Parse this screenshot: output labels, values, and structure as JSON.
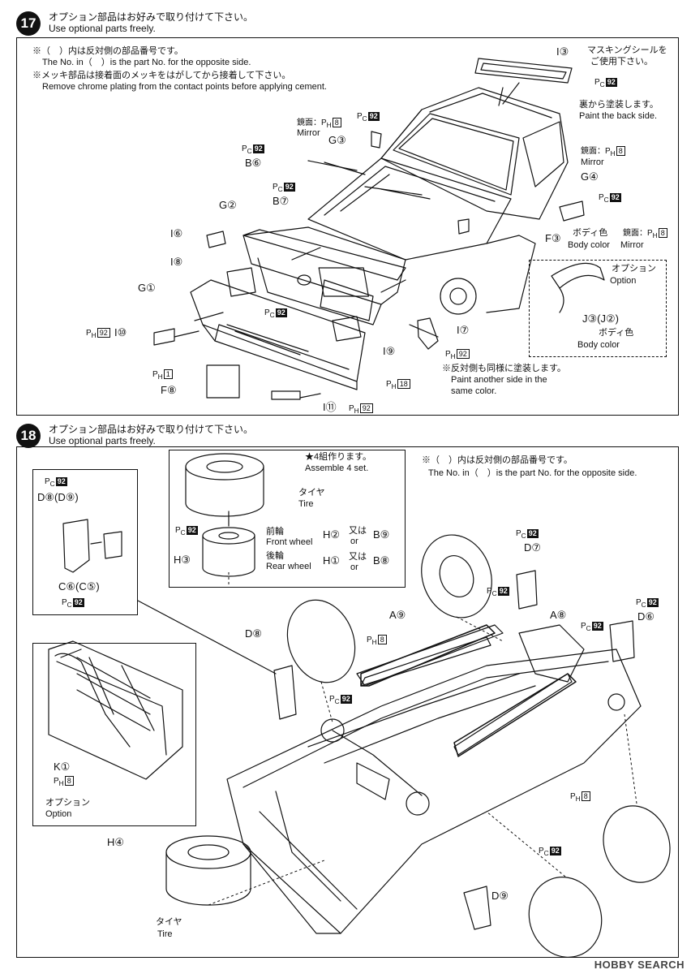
{
  "step17": {
    "number": "17",
    "title_jp": "オプション部品はお好みで取り付けて下さい。",
    "title_en": "Use optional parts freely.",
    "notes": [
      "※（　）内は反対側の部品番号です。",
      "The No. in（　）is the part No. for the opposite side.",
      "※メッキ部品は接着面のメッキをはがしてから接着して下さい。",
      "Remove chrome plating from the contact points before applying cement."
    ],
    "masking_seal_jp": "マスキングシールを",
    "masking_seal_jp2": "ご使用下さい。",
    "paint_back_jp": "裏から塗装します。",
    "paint_back_en": "Paint the back side.",
    "mirror_jp": "鏡面：",
    "mirror_en": "Mirror",
    "body_color_jp": "ボディ色",
    "body_color_en": "Body color",
    "option_jp": "オプション",
    "option_en": "Option",
    "paint_other_jp": "※反対側も同様に塗装します。",
    "paint_other_en1": "Paint another side in the",
    "paint_other_en2": "same color.",
    "parts": {
      "i3": "I③",
      "g3": "G③",
      "g4": "G④",
      "b6": "B⑥",
      "b7": "B⑦",
      "g2": "G②",
      "i6": "I⑥",
      "i8": "I⑧",
      "g1": "G①",
      "i10": "I⑩",
      "f8": "F⑧",
      "i11": "I⑪",
      "i9": "I⑨",
      "i7": "I⑦",
      "f3": "F③",
      "j3": "J③(J②)"
    },
    "paints": {
      "pc92": "92",
      "ph8": "8",
      "ph92": "92",
      "ph1": "1",
      "ph18": "18"
    }
  },
  "step18": {
    "number": "18",
    "title_jp": "オプション部品はお好みで取り付けて下さい。",
    "title_en": "Use optional parts freely.",
    "notes": [
      "※（　）内は反対側の部品番号です。",
      "The No. in（　）is the part No. for the opposite side."
    ],
    "assemble_jp": "★4組作ります。",
    "assemble_en": "Assemble 4 set.",
    "tire_jp": "タイヤ",
    "tire_en": "Tire",
    "front_wheel_jp": "前輪",
    "front_wheel_en": "Front wheel",
    "rear_wheel_jp": "後輪",
    "rear_wheel_en": "Rear wheel",
    "or_jp": "又は",
    "or_en": "or",
    "option_jp": "オプション",
    "option_en": "Option",
    "parts": {
      "d8d9": "D⑧(D⑨)",
      "c6c5": "C⑥(C⑤)",
      "h3": "H③",
      "h2": "H②",
      "b9": "B⑨",
      "h1": "H①",
      "b8": "B⑧",
      "d7": "D⑦",
      "a9": "A⑨",
      "a8": "A⑧",
      "d6": "D⑥",
      "d8": "D⑧",
      "k1": "K①",
      "h4": "H④",
      "d9": "D⑨"
    }
  },
  "watermark": "HOBBY SEARCH"
}
